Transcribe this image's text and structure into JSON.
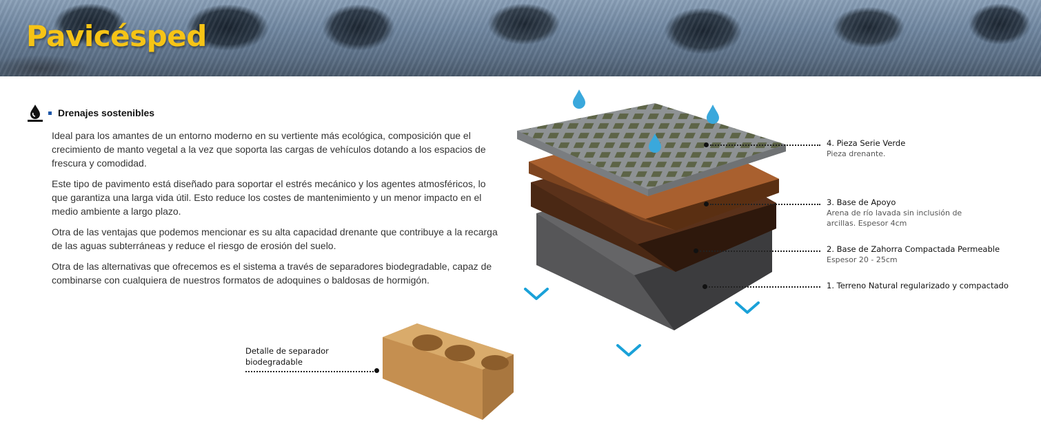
{
  "header": {
    "title": "Pavicésped"
  },
  "section": {
    "icon": "water-drop-icon",
    "title": "Drenajes sostenibles",
    "paragraphs": [
      "Ideal para los amantes de un entorno moderno en su vertiente más ecológica, composición que el crecimiento de manto vegetal a la vez que soporta las cargas de vehículos dotando a los espacios de frescura y comodidad.",
      "Este tipo de pavimento está diseñado para soportar el estrés mecánico y los agentes atmosféricos, lo que garantiza una larga vida útil. Esto reduce los costes de mantenimiento y un menor impacto en el medio  ambiente a largo plazo.",
      "Otra de las ventajas que podemos mencionar es su alta capacidad drenante que contribuye a la recarga de las aguas subterráneas y reduce el riesgo de erosión del suelo.",
      "Otra de las alternativas que ofrecemos es el sistema a través de separadores biodegradable, capaz de combinarse con cualquiera de nuestros formatos de adoquines o baldosas de hormigón."
    ]
  },
  "layers": [
    {
      "title": "4. Pieza Serie Verde",
      "desc": "Pieza drenante."
    },
    {
      "title": "3. Base de Apoyo",
      "desc": "Arena de río lavada sin inclusión de arcillas. Espesor 4cm"
    },
    {
      "title": "2. Base de Zahorra Compactada Permeable",
      "desc": "Espesor 20 - 25cm"
    },
    {
      "title": "1. Terreno Natural regularizado y compactado",
      "desc": ""
    }
  ],
  "separator": {
    "label": "Detalle de separador biodegradable"
  },
  "colors": {
    "title": "#f6c416",
    "water": "#3aa8dc",
    "arrow": "#1aa1d8",
    "bullet": "#1e57a8"
  }
}
